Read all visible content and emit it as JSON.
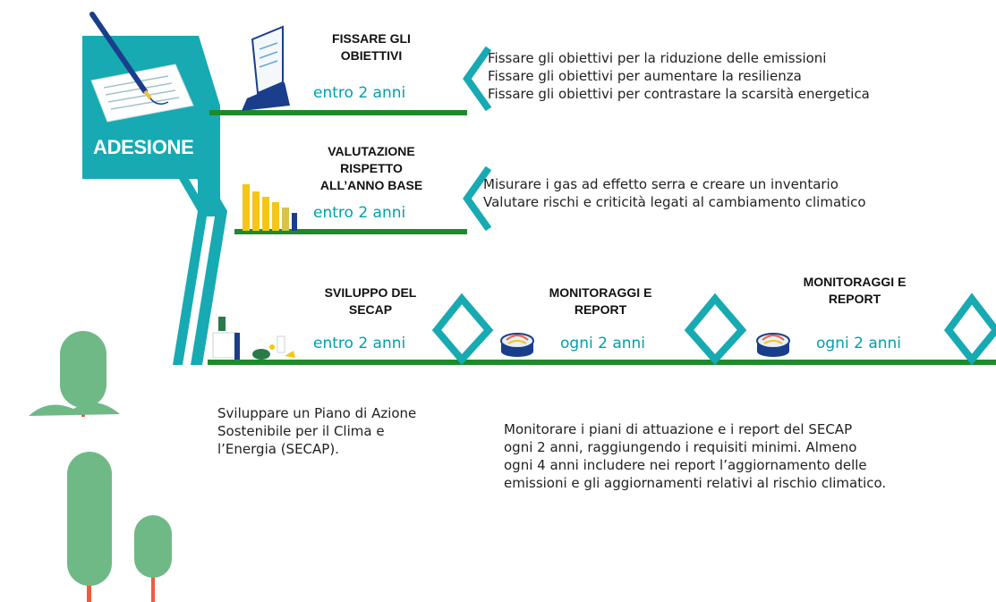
{
  "adesione": {
    "label": "ADESIONE"
  },
  "steps": [
    {
      "title_lines": [
        "FISSARE GLI",
        "OBIETTIVI"
      ],
      "time": "entro 2 anni",
      "desc": [
        "Fissare gli obiettivi per la riduzione delle emissioni",
        "Fissare gli obiettivi per aumentare la resilienza",
        "Fissare gli obiettivi per contrastare la scarsità energetica"
      ]
    },
    {
      "title_lines": [
        "VALUTAZIONE",
        "RISPETTO",
        "ALL’ANNO BASE"
      ],
      "time": "entro 2 anni",
      "desc": [
        "Misurare i gas ad effetto serra e creare un inventario",
        "Valutare rischi e criticità legati al cambiamento climatico"
      ]
    },
    {
      "title_lines": [
        "SVILUPPO DEL",
        "SECAP"
      ],
      "time": "entro 2 anni",
      "desc": [
        "Sviluppare un Piano di Azione",
        "Sostenibile per il Clima e",
        "l’Energia (SECAP)."
      ]
    },
    {
      "title_lines": [
        "MONITORAGGI E",
        "REPORT"
      ],
      "time": "ogni 2 anni"
    },
    {
      "title_lines": [
        "MONITORAGGI E",
        "REPORT"
      ],
      "time": "ogni 2 anni"
    }
  ],
  "monitoring_desc": [
    "Monitorare i piani di attuazione e i report del SECAP",
    "ogni 2 anni, raggiungendo i requisiti minimi. Almeno",
    "ogni 4 anni includere nei report l’aggiornamento delle",
    "emissioni e gli aggiornamenti relativi al rischio climatico."
  ],
  "colors": {
    "teal": "#17aab2",
    "green": "#1e8a2c",
    "tree": "#6fb987",
    "trunk": "#f05a3c"
  }
}
